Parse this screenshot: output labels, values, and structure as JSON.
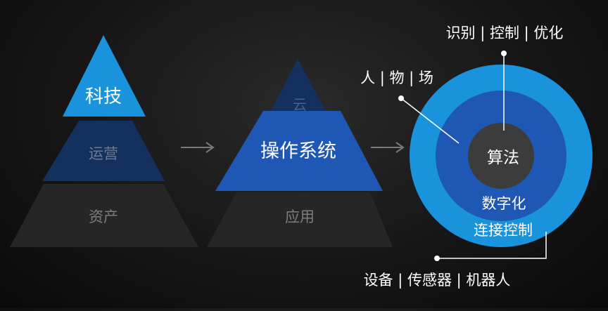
{
  "pyramid_left": {
    "top": "科技",
    "middle": "运营",
    "bottom": "资产"
  },
  "pyramid_middle": {
    "top": "云",
    "middle": "操作系统",
    "bottom": "应用"
  },
  "circle": {
    "core": "算法",
    "middle_ring": "数字化",
    "outer_ring": "连接控制"
  },
  "labels": {
    "top_right": "识别 | 控制 | 优化",
    "left_top": "人 | 物 | 场",
    "bottom": "设备 | 传感器 | 机器人"
  },
  "colors": {
    "bright_blue": "#1a93dd",
    "mid_blue": "#1f58b4",
    "dark_navy": "#13305e",
    "dark_gray": "#262626",
    "core_gray": "#3c3c3c",
    "arrow_gray": "#7a7a7a"
  }
}
